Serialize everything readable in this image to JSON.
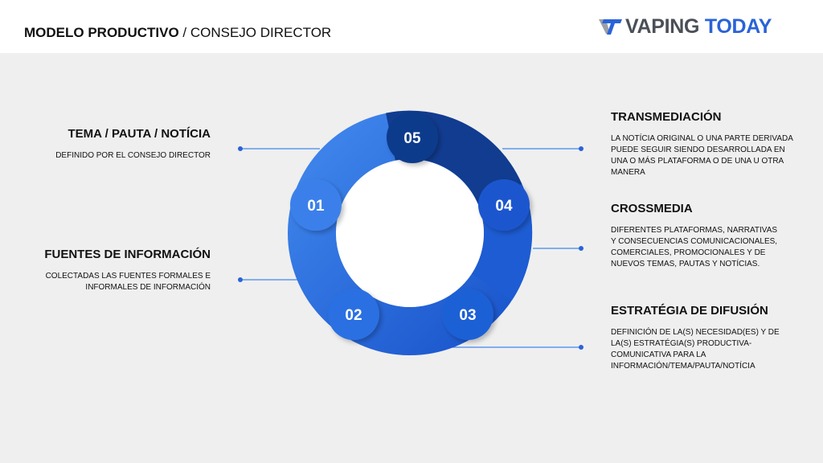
{
  "header": {
    "title_bold": "MODELO PRODUCTIVO",
    "title_rest": " / CONSEJO DIRECTOR",
    "logo_word1": "VAPING",
    "logo_word2": "TODAY"
  },
  "colors": {
    "accent": "#2a63d8",
    "dark_blue": "#103a8a",
    "mid_blue": "#1f63d6",
    "light_blue": "#3f86ec"
  },
  "segments": [
    {
      "num": "01",
      "title": "TEMA / PAUTA / NOTÍCIA",
      "desc": "DEFINIDO POR EL CONSEJO DIRECTOR"
    },
    {
      "num": "02",
      "title": "FUENTES DE INFORMACIÓN",
      "desc": "COLECTADAS LAS FUENTES FORMALES E INFORMALES DE INFORMACIÓN"
    },
    {
      "num": "03",
      "title": "ESTRATÉGIA DE DIFUSIÓN",
      "desc": "DEFINICIÓN DE LA(S) NECESIDAD(ES) Y DE LA(S) ESTRATÉGIA(S) PRODUCTIVA-COMUNICATIVA PARA LA INFORMACIÓN/TEMA/PAUTA/NOTÍCIA"
    },
    {
      "num": "04",
      "title": "CROSSMEDIA",
      "desc": "DIFERENTES PLATAFORMAS, NARRATIVAS Y CONSECUENCIAS COMUNICACIONALES, COMERCIALES, PROMOCIONALES Y DE NUEVOS TEMAS, PAUTAS Y NOTÍCIAS."
    },
    {
      "num": "05",
      "title": "TRANSMEDIACIÓN",
      "desc": "LA NOTÍCIA ORIGINAL O UNA PARTE DERIVADA PUEDE SEGUIR SIENDO DESARROLLADA EN UNA O MÁS PLATAFORMA O DE UNA U OTRA MANERA"
    }
  ]
}
